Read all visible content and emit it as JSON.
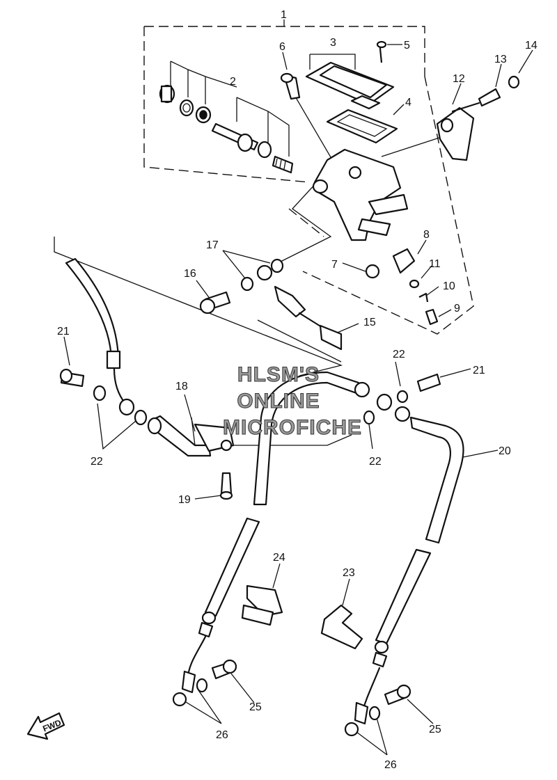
{
  "watermark": {
    "line1": "HLSM'S",
    "line2": "ONLINE",
    "line3": "MICROFICHE"
  },
  "direction_badge": "FWD",
  "callouts": [
    {
      "id": "c1",
      "text": "1"
    },
    {
      "id": "c2",
      "text": "2"
    },
    {
      "id": "c3",
      "text": "3"
    },
    {
      "id": "c4",
      "text": "4"
    },
    {
      "id": "c5",
      "text": "5"
    },
    {
      "id": "c6",
      "text": "6"
    },
    {
      "id": "c7",
      "text": "7"
    },
    {
      "id": "c8",
      "text": "8"
    },
    {
      "id": "c9",
      "text": "9"
    },
    {
      "id": "c10",
      "text": "10"
    },
    {
      "id": "c11",
      "text": "11"
    },
    {
      "id": "c12",
      "text": "12"
    },
    {
      "id": "c13",
      "text": "13"
    },
    {
      "id": "c14",
      "text": "14"
    },
    {
      "id": "c15",
      "text": "15"
    },
    {
      "id": "c16",
      "text": "16"
    },
    {
      "id": "c17",
      "text": "17"
    },
    {
      "id": "c18",
      "text": "18"
    },
    {
      "id": "c19",
      "text": "19"
    },
    {
      "id": "c20",
      "text": "20"
    },
    {
      "id": "c21a",
      "text": "21"
    },
    {
      "id": "c21b",
      "text": "21"
    },
    {
      "id": "c22a",
      "text": "22"
    },
    {
      "id": "c22b",
      "text": "22"
    },
    {
      "id": "c22c",
      "text": "22"
    },
    {
      "id": "c23",
      "text": "23"
    },
    {
      "id": "c24",
      "text": "24"
    },
    {
      "id": "c25a",
      "text": "25"
    },
    {
      "id": "c25b",
      "text": "25"
    },
    {
      "id": "c26a",
      "text": "26"
    },
    {
      "id": "c26b",
      "text": "26"
    }
  ]
}
